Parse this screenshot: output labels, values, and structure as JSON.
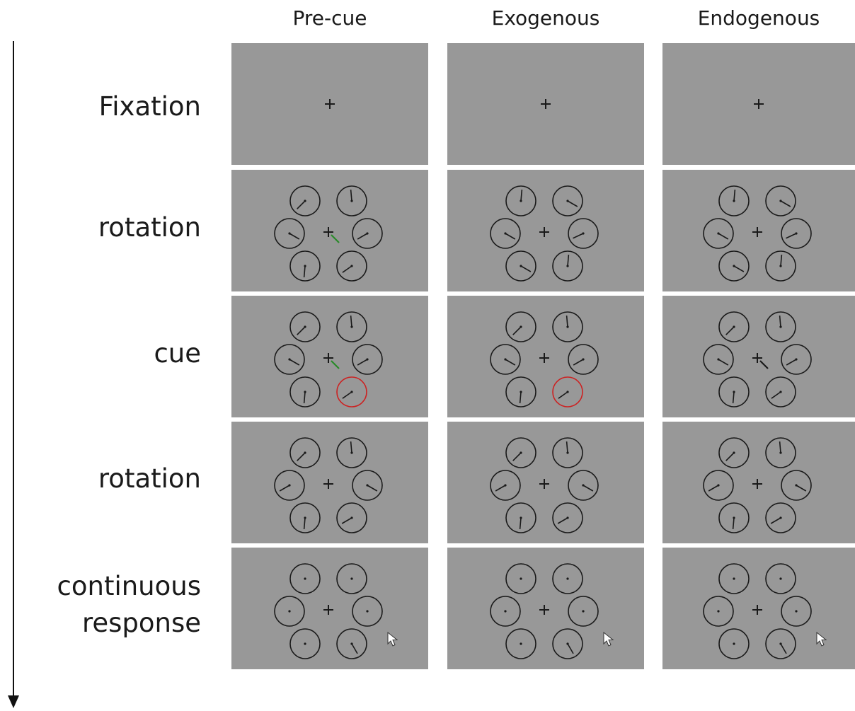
{
  "columns": [
    "Pre-cue",
    "Exogenous",
    "Endogenous"
  ],
  "rows": [
    {
      "label": "Fixation"
    },
    {
      "label": "rotation"
    },
    {
      "label": "cue"
    },
    {
      "label": "rotation"
    },
    {
      "label": "continuous\nresponse"
    }
  ],
  "colors": {
    "panel_background": "#989898",
    "stroke": "#1a1a1a",
    "cue_circle": "#cc2222",
    "arrow_cue_green": "#2a8a2a",
    "arrow_cue_black": "#1a1a1a",
    "cursor": "#ffffff"
  },
  "icons": {
    "time_arrow": "down-arrow-icon",
    "cursor": "mouse-pointer-icon",
    "fixation": "plus-icon"
  },
  "panels": [
    [
      {
        "type": "fixation"
      },
      {
        "type": "dials",
        "angles": [
          225,
          355,
          120,
          240,
          185,
          235
        ],
        "center_cue": "green"
      },
      {
        "type": "dials",
        "angles": [
          225,
          355,
          120,
          240,
          185,
          235
        ],
        "center_cue": "green",
        "highlight": 5
      },
      {
        "type": "dials",
        "angles": [
          225,
          355,
          240,
          120,
          185,
          240
        ]
      },
      {
        "type": "dials",
        "angles": [
          null,
          null,
          null,
          null,
          null,
          150
        ],
        "cursor": true
      }
    ],
    [
      {
        "type": "fixation"
      },
      {
        "type": "dials",
        "angles": [
          5,
          120,
          120,
          245,
          120,
          5
        ]
      },
      {
        "type": "dials",
        "angles": [
          225,
          355,
          120,
          240,
          185,
          235
        ],
        "highlight": 5
      },
      {
        "type": "dials",
        "angles": [
          225,
          355,
          240,
          120,
          185,
          240
        ]
      },
      {
        "type": "dials",
        "angles": [
          null,
          null,
          null,
          null,
          null,
          150
        ],
        "cursor": true
      }
    ],
    [
      {
        "type": "fixation"
      },
      {
        "type": "dials",
        "angles": [
          5,
          120,
          120,
          245,
          120,
          5
        ]
      },
      {
        "type": "dials",
        "angles": [
          225,
          355,
          120,
          240,
          185,
          235
        ],
        "center_cue": "black"
      },
      {
        "type": "dials",
        "angles": [
          225,
          355,
          240,
          120,
          185,
          240
        ]
      },
      {
        "type": "dials",
        "angles": [
          null,
          null,
          null,
          null,
          null,
          150
        ],
        "cursor": true
      }
    ]
  ]
}
